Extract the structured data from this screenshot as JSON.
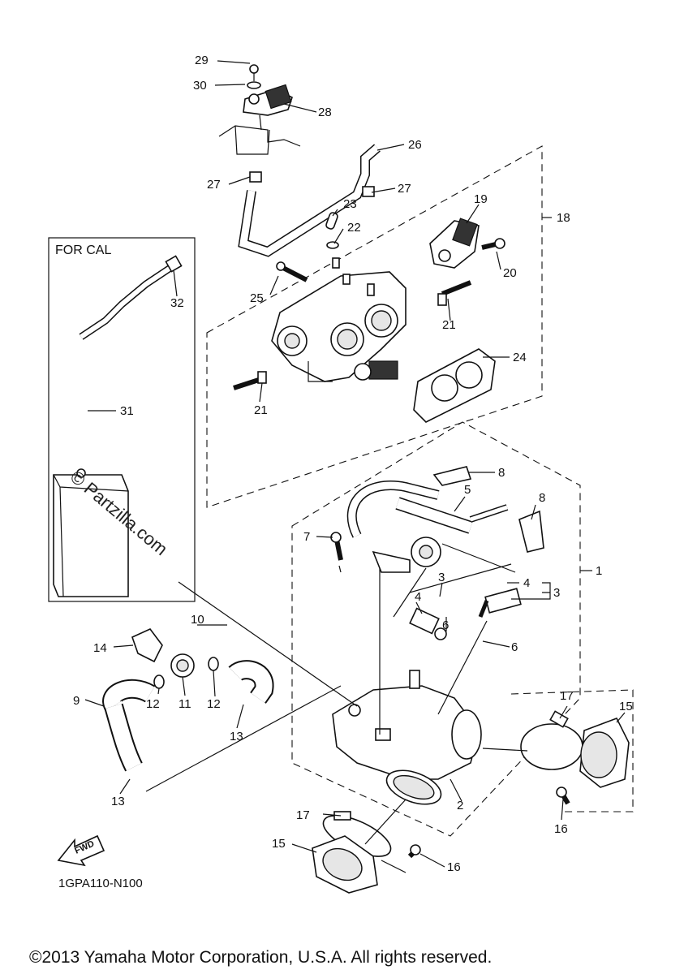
{
  "box_label": "FOR CAL",
  "watermark": "© Partzilla.com",
  "fwd_label": "FWD",
  "diagram_code": "1GPA110-N100",
  "copyright": "©2013 Yamaha Motor Corporation, U.S.A. All rights reserved.",
  "callouts": {
    "c29": "29",
    "c30": "30",
    "c28": "28",
    "c26": "26",
    "c27a": "27",
    "c27b": "27",
    "c23": "23",
    "c22": "22",
    "c19": "19",
    "c18": "18",
    "c20": "20",
    "c25": "25",
    "c21a": "21",
    "c21b": "21",
    "c24": "24",
    "c32": "32",
    "c31": "31",
    "c8a": "8",
    "c5": "5",
    "c8b": "8",
    "c7": "7",
    "c1": "1",
    "c4a": "4",
    "c3a": "3",
    "c3b": "3",
    "c4b": "4",
    "c6a": "6",
    "c6b": "6",
    "c10": "10",
    "c14": "14",
    "c9": "9",
    "c12a": "12",
    "c11": "11",
    "c12b": "12",
    "c13a": "13",
    "c13b": "13",
    "c17a": "17",
    "c15a": "15",
    "c2": "2",
    "c16a": "16",
    "c17b": "17",
    "c15b": "15",
    "c16b": "16"
  }
}
